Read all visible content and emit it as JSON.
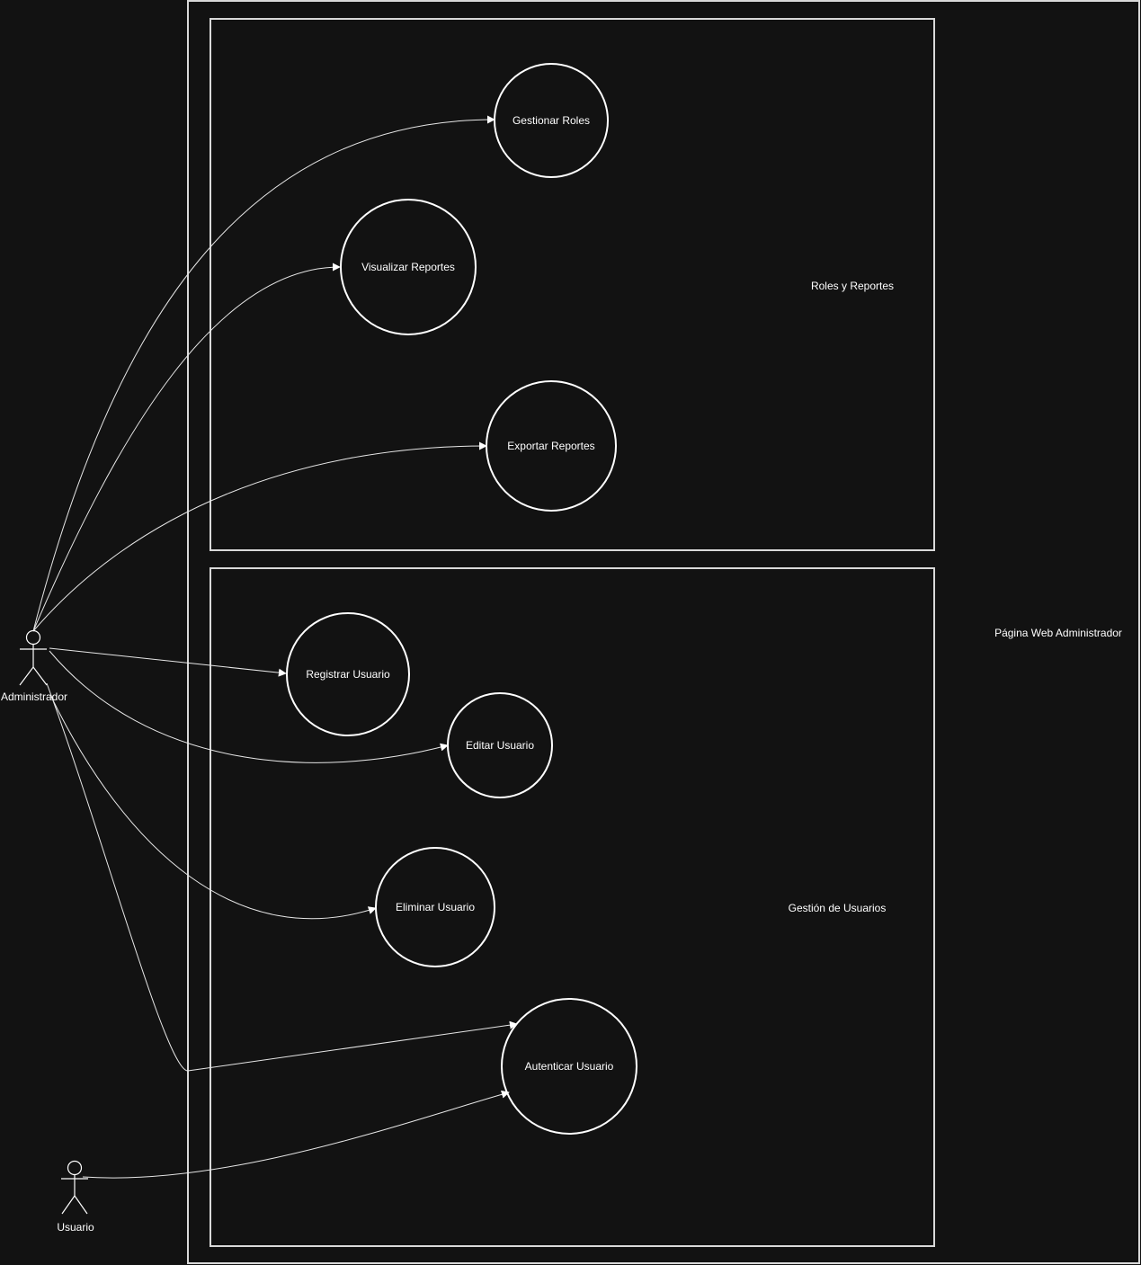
{
  "colors": {
    "background": "#121212",
    "line": "#ffffff"
  },
  "system": {
    "label": "Página Web Administrador"
  },
  "packages": {
    "roles": {
      "label": "Roles y Reportes"
    },
    "users": {
      "label": "Gestión de Usuarios"
    }
  },
  "actors": {
    "admin": {
      "label": "Administrador"
    },
    "user": {
      "label": "Usuario"
    }
  },
  "use_cases": {
    "gestionar_roles": "Gestionar Roles",
    "visualizar_reportes": "Visualizar Reportes",
    "exportar_reportes": "Exportar Reportes",
    "registrar_usuario": "Registrar Usuario",
    "editar_usuario": "Editar Usuario",
    "eliminar_usuario": "Eliminar Usuario",
    "autenticar_usuario": "Autenticar Usuario"
  }
}
